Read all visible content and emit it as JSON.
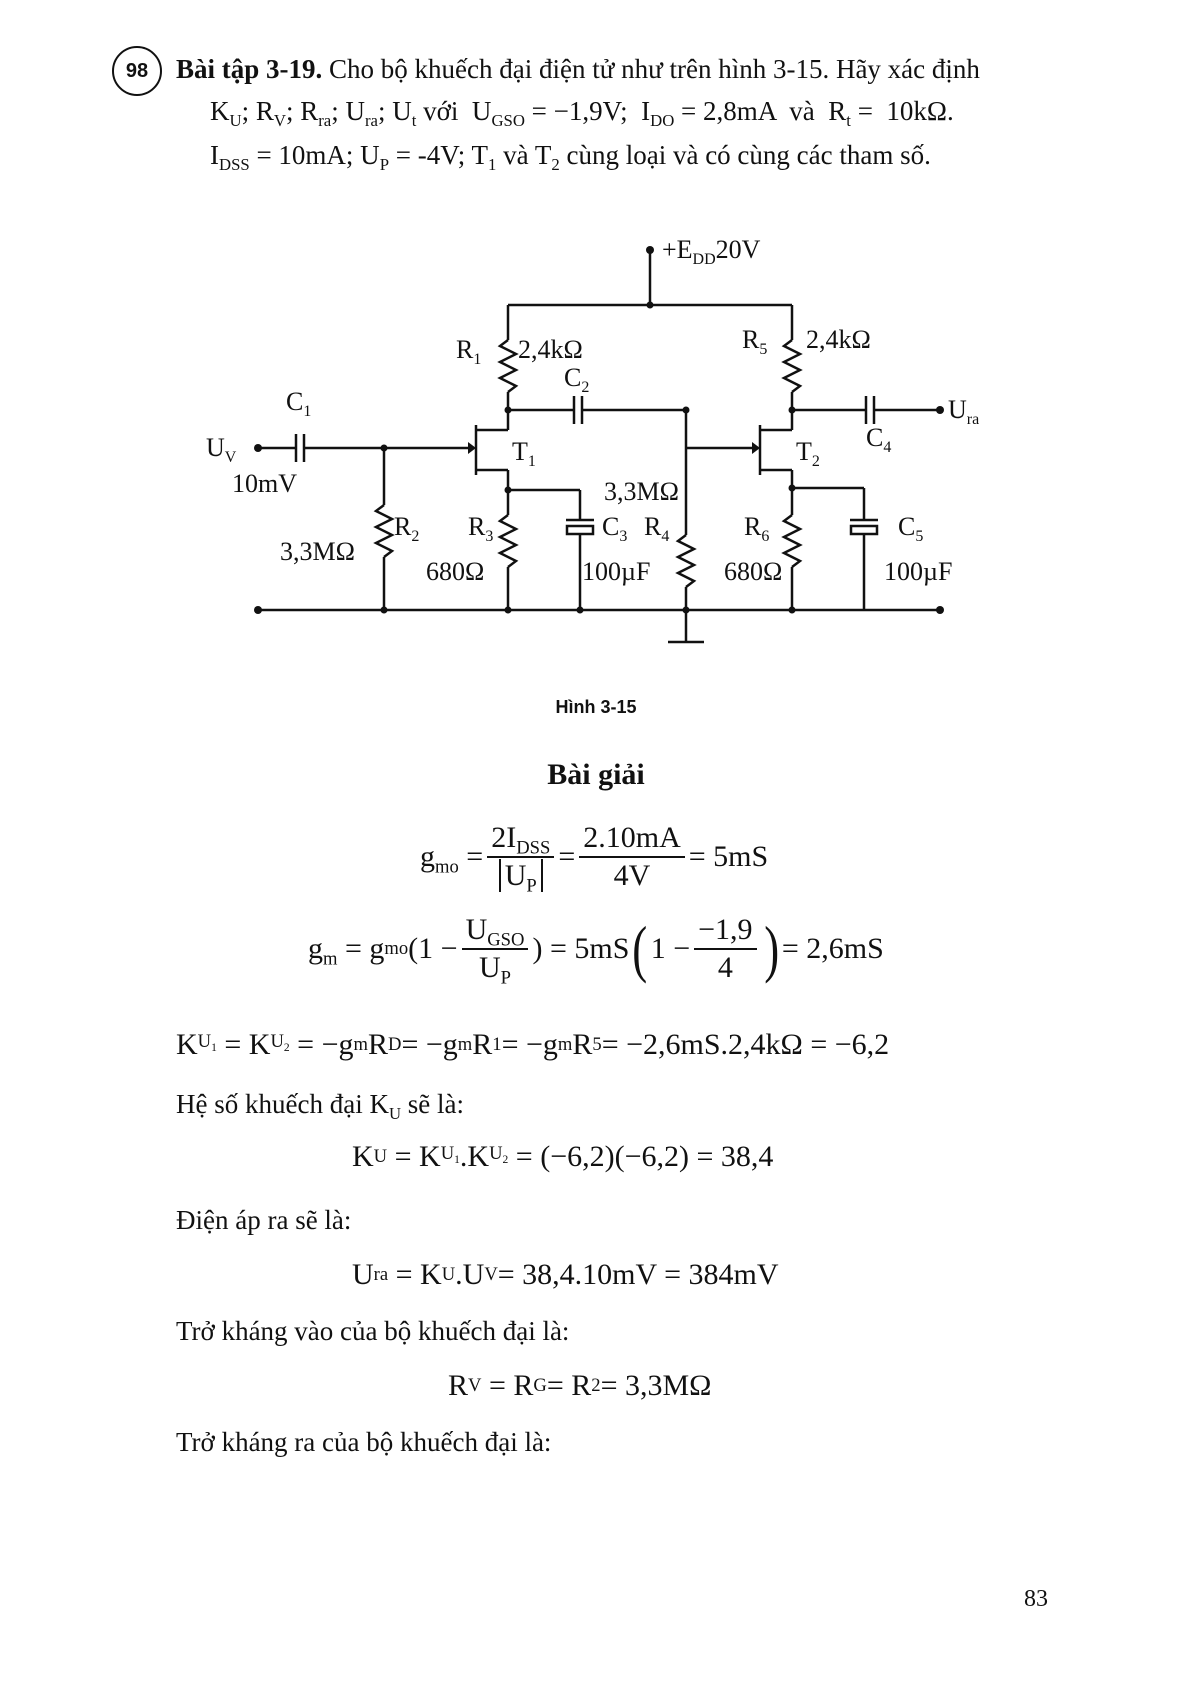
{
  "problem": {
    "badge": "98",
    "title": "Bài tập 3-19.",
    "line1_text": "Cho bộ khuếch đại điện tử như trên hình 3-15. Hãy xác định",
    "line2_text": "KU; RV; Rra; Ura; Ut với UGSO = −1,9V; IDO = 2,8mA và Rt = 10kΩ.",
    "line3_text": "IDSS = 10mA; UP = -4V; T1 và T2 cùng loại và có cùng các tham số."
  },
  "circuit": {
    "supply_label": "+EDD20V",
    "input_label": "UV",
    "input_value": "10mV",
    "output_label": "Ura",
    "components": [
      {
        "id": "R1",
        "label": "R1",
        "value": "2,4kΩ"
      },
      {
        "id": "R2",
        "label": "R2",
        "value": "3,3MΩ"
      },
      {
        "id": "R3",
        "label": "R3",
        "value": "680Ω"
      },
      {
        "id": "R4",
        "label": "R4",
        "value": "3,3MΩ"
      },
      {
        "id": "R5",
        "label": "R5",
        "value": "2,4kΩ"
      },
      {
        "id": "R6",
        "label": "R6",
        "value": "680Ω"
      },
      {
        "id": "C1",
        "label": "C1",
        "value": ""
      },
      {
        "id": "C2",
        "label": "C2",
        "value": ""
      },
      {
        "id": "C3",
        "label": "C3",
        "value": "100µF"
      },
      {
        "id": "C4",
        "label": "C4",
        "value": ""
      },
      {
        "id": "C5",
        "label": "C5",
        "value": "100µF"
      },
      {
        "id": "T1",
        "label": "T1",
        "value": ""
      },
      {
        "id": "T2",
        "label": "T2",
        "value": ""
      }
    ]
  },
  "figure_caption": "Hình 3-15",
  "solution_heading": "Bài giải",
  "equations": {
    "gmo": "gmo = 2IDSS / |UP| = 2.10mA / 4V = 5mS",
    "gm": "gm = gmo(1 − UGSO/UP) = 5mS(1 − (−1,9)/4) = 2,6mS",
    "ku12": "KU1 = KU2 = −gmRD = −gmR1 = −gmR5 = −2,6mS.2,4kΩ = −6,2",
    "ku": "KU = KU1.KU2 = (−6,2)(−6,2) = 38,4",
    "ura": "Ura = KU.UV = 38,4.10mV = 384mV",
    "rv": "RV = RG = R2 = 3,3MΩ"
  },
  "paragraphs": {
    "p1": "Hệ số khuếch đại KU sẽ là:",
    "p2": "Điện áp ra sẽ là:",
    "p3": "Trở kháng vào của bộ khuếch đại là:",
    "p4": "Trở kháng ra của bộ khuếch đại là:"
  },
  "page_number": "83"
}
